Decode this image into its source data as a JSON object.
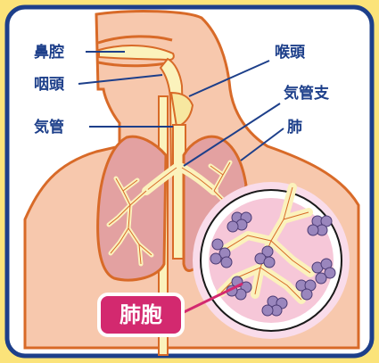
{
  "labels": {
    "nasal_cavity": "鼻腔",
    "pharynx": "咽頭",
    "trachea": "気管",
    "larynx": "喉頭",
    "bronchi": "気管支",
    "lung": "肺",
    "alveoli": "肺胞"
  },
  "colors": {
    "frame": "#1d3f8a",
    "background_yellow": "#fbe37a",
    "body_skin": "#f7c8ad",
    "body_outline": "#d86a28",
    "airway": "#fbf2bc",
    "lung_fill": "#e3a1a1",
    "badge": "#d3296f",
    "alveoli_fill": "#9a86bd"
  }
}
